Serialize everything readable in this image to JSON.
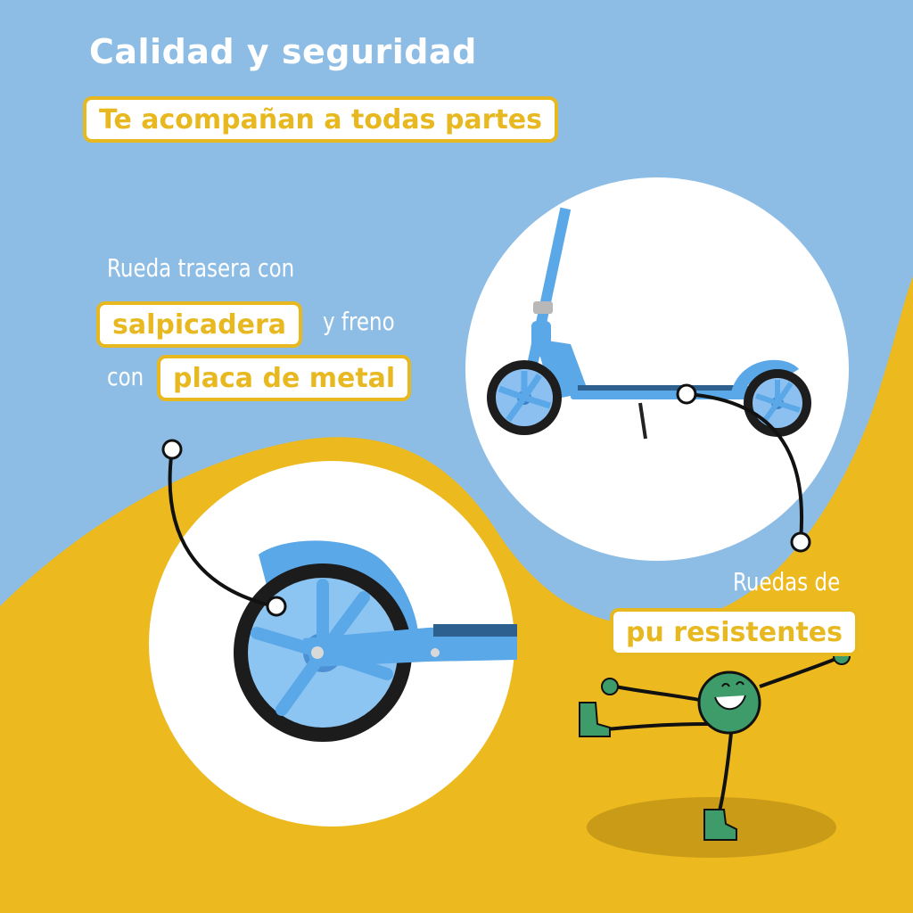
{
  "header": {
    "title": "Calidad y seguridad",
    "subtitle": "Te acompañan a todas partes"
  },
  "rear_wheel_callout": {
    "line1": "Rueda trasera con",
    "badge1": "salpicadera",
    "connector": "y freno",
    "prefix": "con",
    "badge2": "placa de metal"
  },
  "wheels_callout": {
    "line1": "Ruedas de",
    "badge": "pu resistentes"
  },
  "colors": {
    "sky_blue": "#8dbde5",
    "mustard": "#e8b820",
    "white": "#ffffff",
    "scooter_blue": "#5aa8e8",
    "mascot_green": "#3e9b6a"
  },
  "icons": [
    "rear-wheel-closeup-image",
    "scooter-side-image",
    "mascot-character"
  ]
}
